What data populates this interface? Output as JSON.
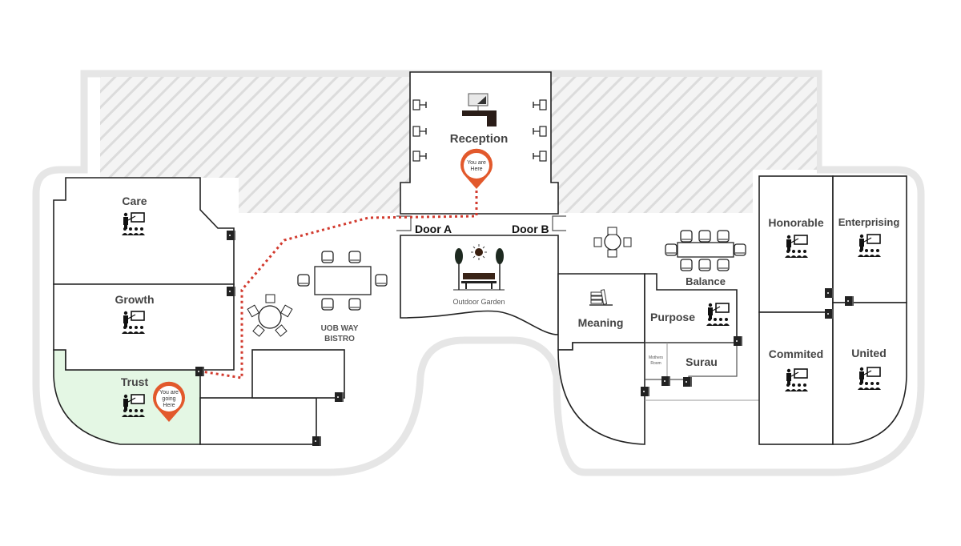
{
  "colors": {
    "route": "#d23a2e",
    "pin": "#e2592c",
    "destination_fill": "#e4f7e4",
    "outline": "#e6e6e6",
    "hatch": "#dcdcdc"
  },
  "rooms": {
    "reception": "Reception",
    "care": "Care",
    "growth": "Growth",
    "trust": "Trust",
    "bistro_line1": "UOB WAY",
    "bistro_line2": "BISTRO",
    "garden": "Outdoor Garden",
    "meaning": "Meaning",
    "purpose": "Purpose",
    "balance": "Balance",
    "mothers_line1": "Mothers",
    "mothers_line2": "Room",
    "surau": "Surau",
    "honorable": "Honorable",
    "enterprising": "Enterprising",
    "commited": "Commited",
    "united": "United"
  },
  "doors": {
    "a": "Door A",
    "b": "Door B"
  },
  "pins": {
    "origin": {
      "line1": "You are",
      "line2": "Here"
    },
    "destination": {
      "line1": "You are",
      "line2": "going",
      "line3": "Here"
    }
  },
  "icons": [
    "presenter-classroom-icon",
    "reception-desk-icon",
    "chair-icon",
    "table-icon",
    "tree-icon",
    "sun-icon",
    "bench-icon",
    "books-icon",
    "door-icon",
    "location-pin-icon"
  ]
}
